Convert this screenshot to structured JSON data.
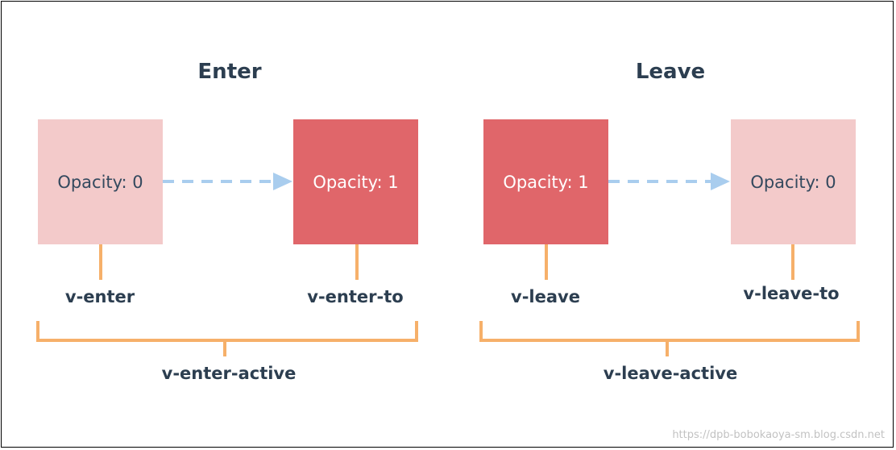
{
  "sections": {
    "enter": {
      "title": "Enter",
      "from_box": "Opacity: 0",
      "to_box": "Opacity: 1",
      "from_label": "v-enter",
      "to_label": "v-enter-to",
      "active_label": "v-enter-active"
    },
    "leave": {
      "title": "Leave",
      "from_box": "Opacity: 1",
      "to_box": "Opacity: 0",
      "from_label": "v-leave",
      "to_label": "v-leave-to",
      "active_label": "v-leave-active"
    }
  },
  "colors": {
    "light_box": "#f3caca",
    "dark_box": "#e0666a",
    "arrow": "#a9cdee",
    "bracket": "#f6b06a",
    "text": "#2c3e50"
  },
  "watermark": "https://dpb-bobokaoya-sm.blog.csdn.net"
}
